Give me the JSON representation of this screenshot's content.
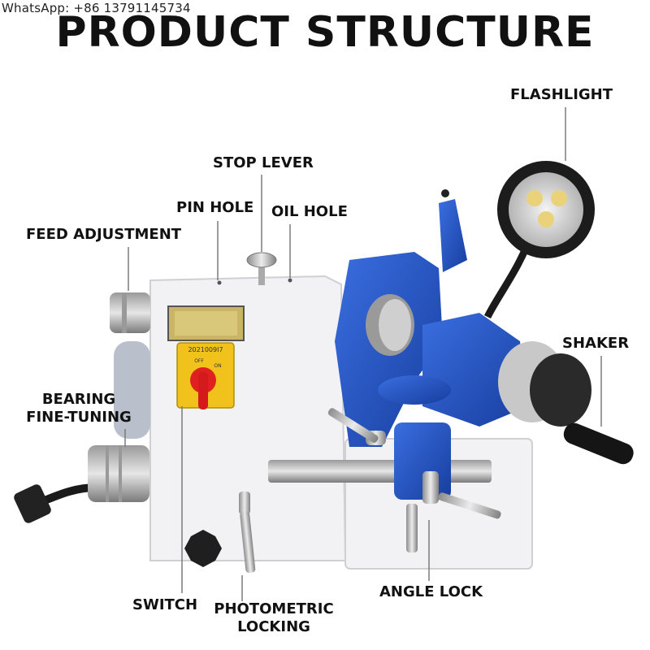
{
  "watermark": "WhatsApp: +86 13791145734",
  "title": "PRODUCT STRUCTURE",
  "labels": {
    "flashlight": "FLASHLIGHT",
    "stop_lever": "STOP LEVER",
    "pin_hole": "PIN HOLE",
    "oil_hole": "OIL HOLE",
    "feed_adjustment": "FEED ADJUSTMENT",
    "shaker": "SHAKER",
    "bearing_line1": "BEARING",
    "bearing_line2": "FINE-TUNING",
    "switch": "SWITCH",
    "photometric_line1": "PHOTOMETRIC",
    "photometric_line2": "LOCKING",
    "angle_lock": "ANGLE LOCK"
  },
  "switch_panel": {
    "code": "2021009I7",
    "off": "OFF",
    "on": "ON"
  },
  "colors": {
    "machine_blue": "#1e50c8",
    "body_white": "#f2f2f4",
    "switch_yellow": "#f1c21b",
    "switch_red": "#e02020",
    "label_text": "#111111",
    "leader_line": "#7a7a7a"
  }
}
